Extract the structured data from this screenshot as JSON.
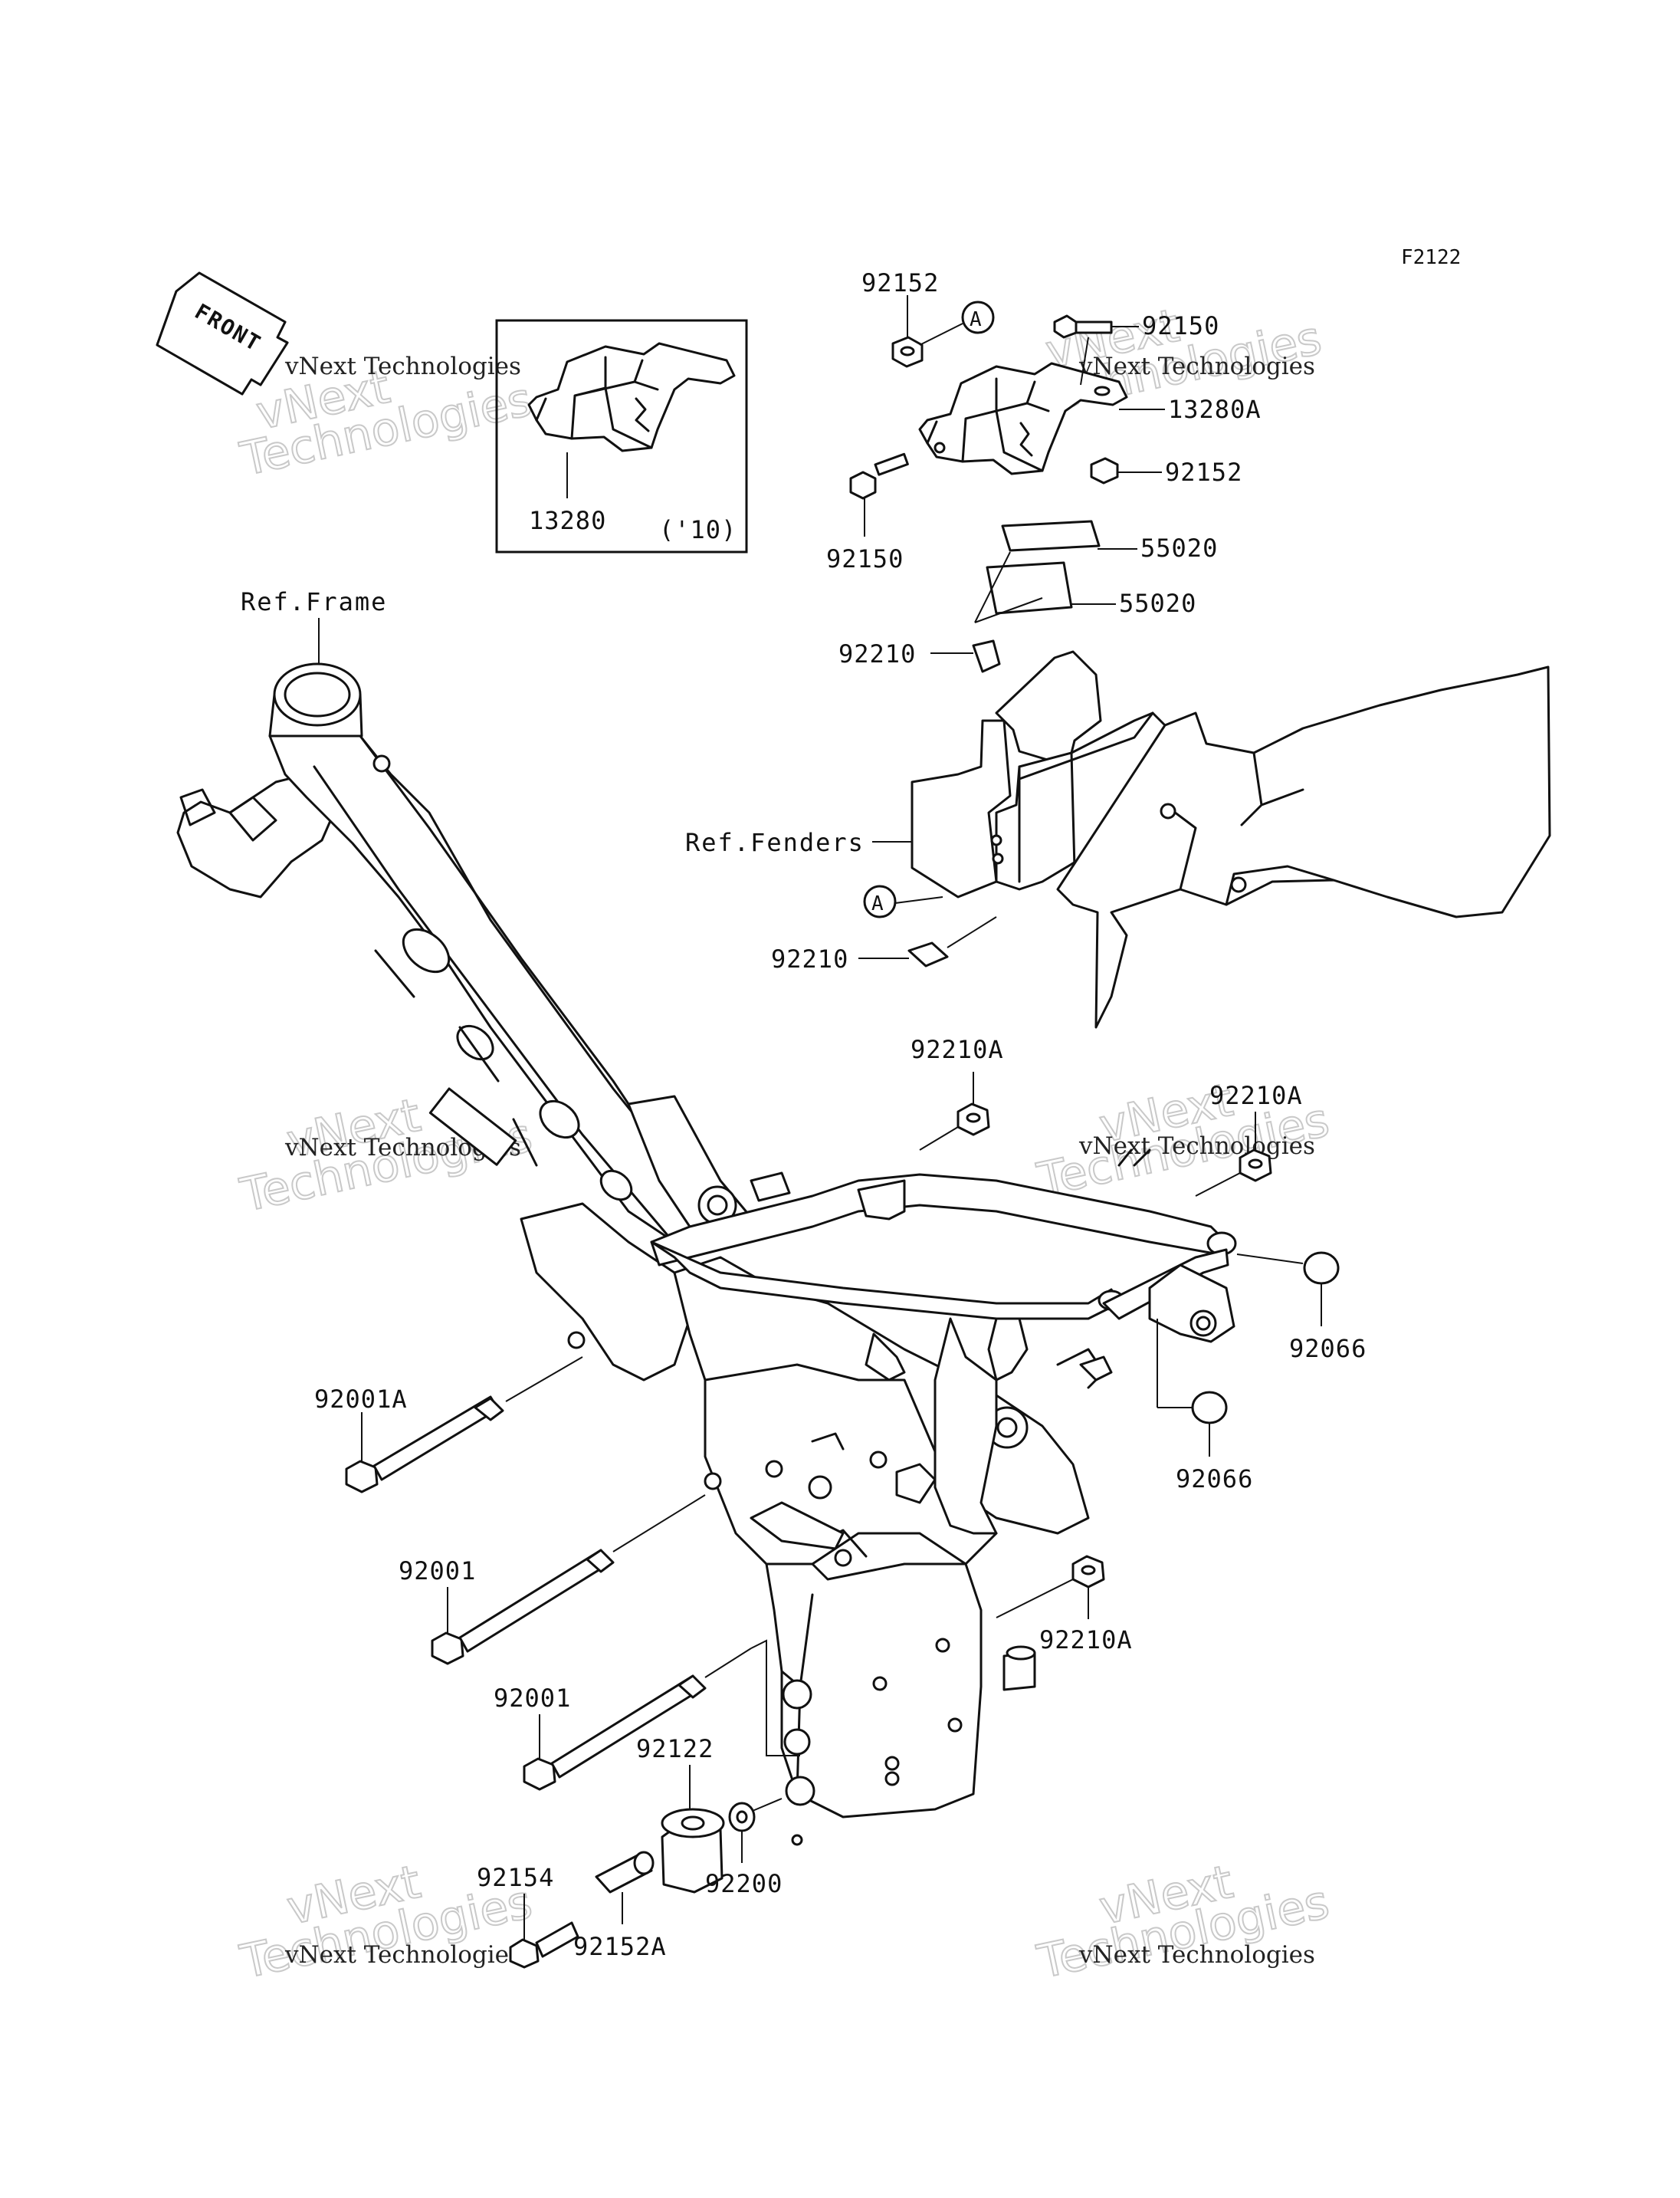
{
  "diagram_code": "F2122",
  "front_arrow_label": "FRONT",
  "watermark": {
    "line1": "vNext Technologies",
    "line2": "vNext\nTechnologies"
  },
  "inset": {
    "part": "13280",
    "note": "('10)"
  },
  "ref_labels": {
    "frame": "Ref.Frame",
    "fenders": "Ref.Fenders"
  },
  "callout_marker": "A",
  "parts": {
    "p92152_top": "92152",
    "p92150_top": "92150",
    "p13280A": "13280A",
    "p92152_right": "92152",
    "p92150_left": "92150",
    "p55020_a": "55020",
    "p55020_b": "55020",
    "p92210_top": "92210",
    "p92210_bottom": "92210",
    "p92210A_center": "92210A",
    "p92210A_right": "92210A",
    "p92066_a": "92066",
    "p92066_b": "92066",
    "p92001A": "92001A",
    "p92001_a": "92001",
    "p92001_b": "92001",
    "p92210A_lower": "92210A",
    "p92122": "92122",
    "p92200": "92200",
    "p92154": "92154",
    "p92152A": "92152A"
  }
}
